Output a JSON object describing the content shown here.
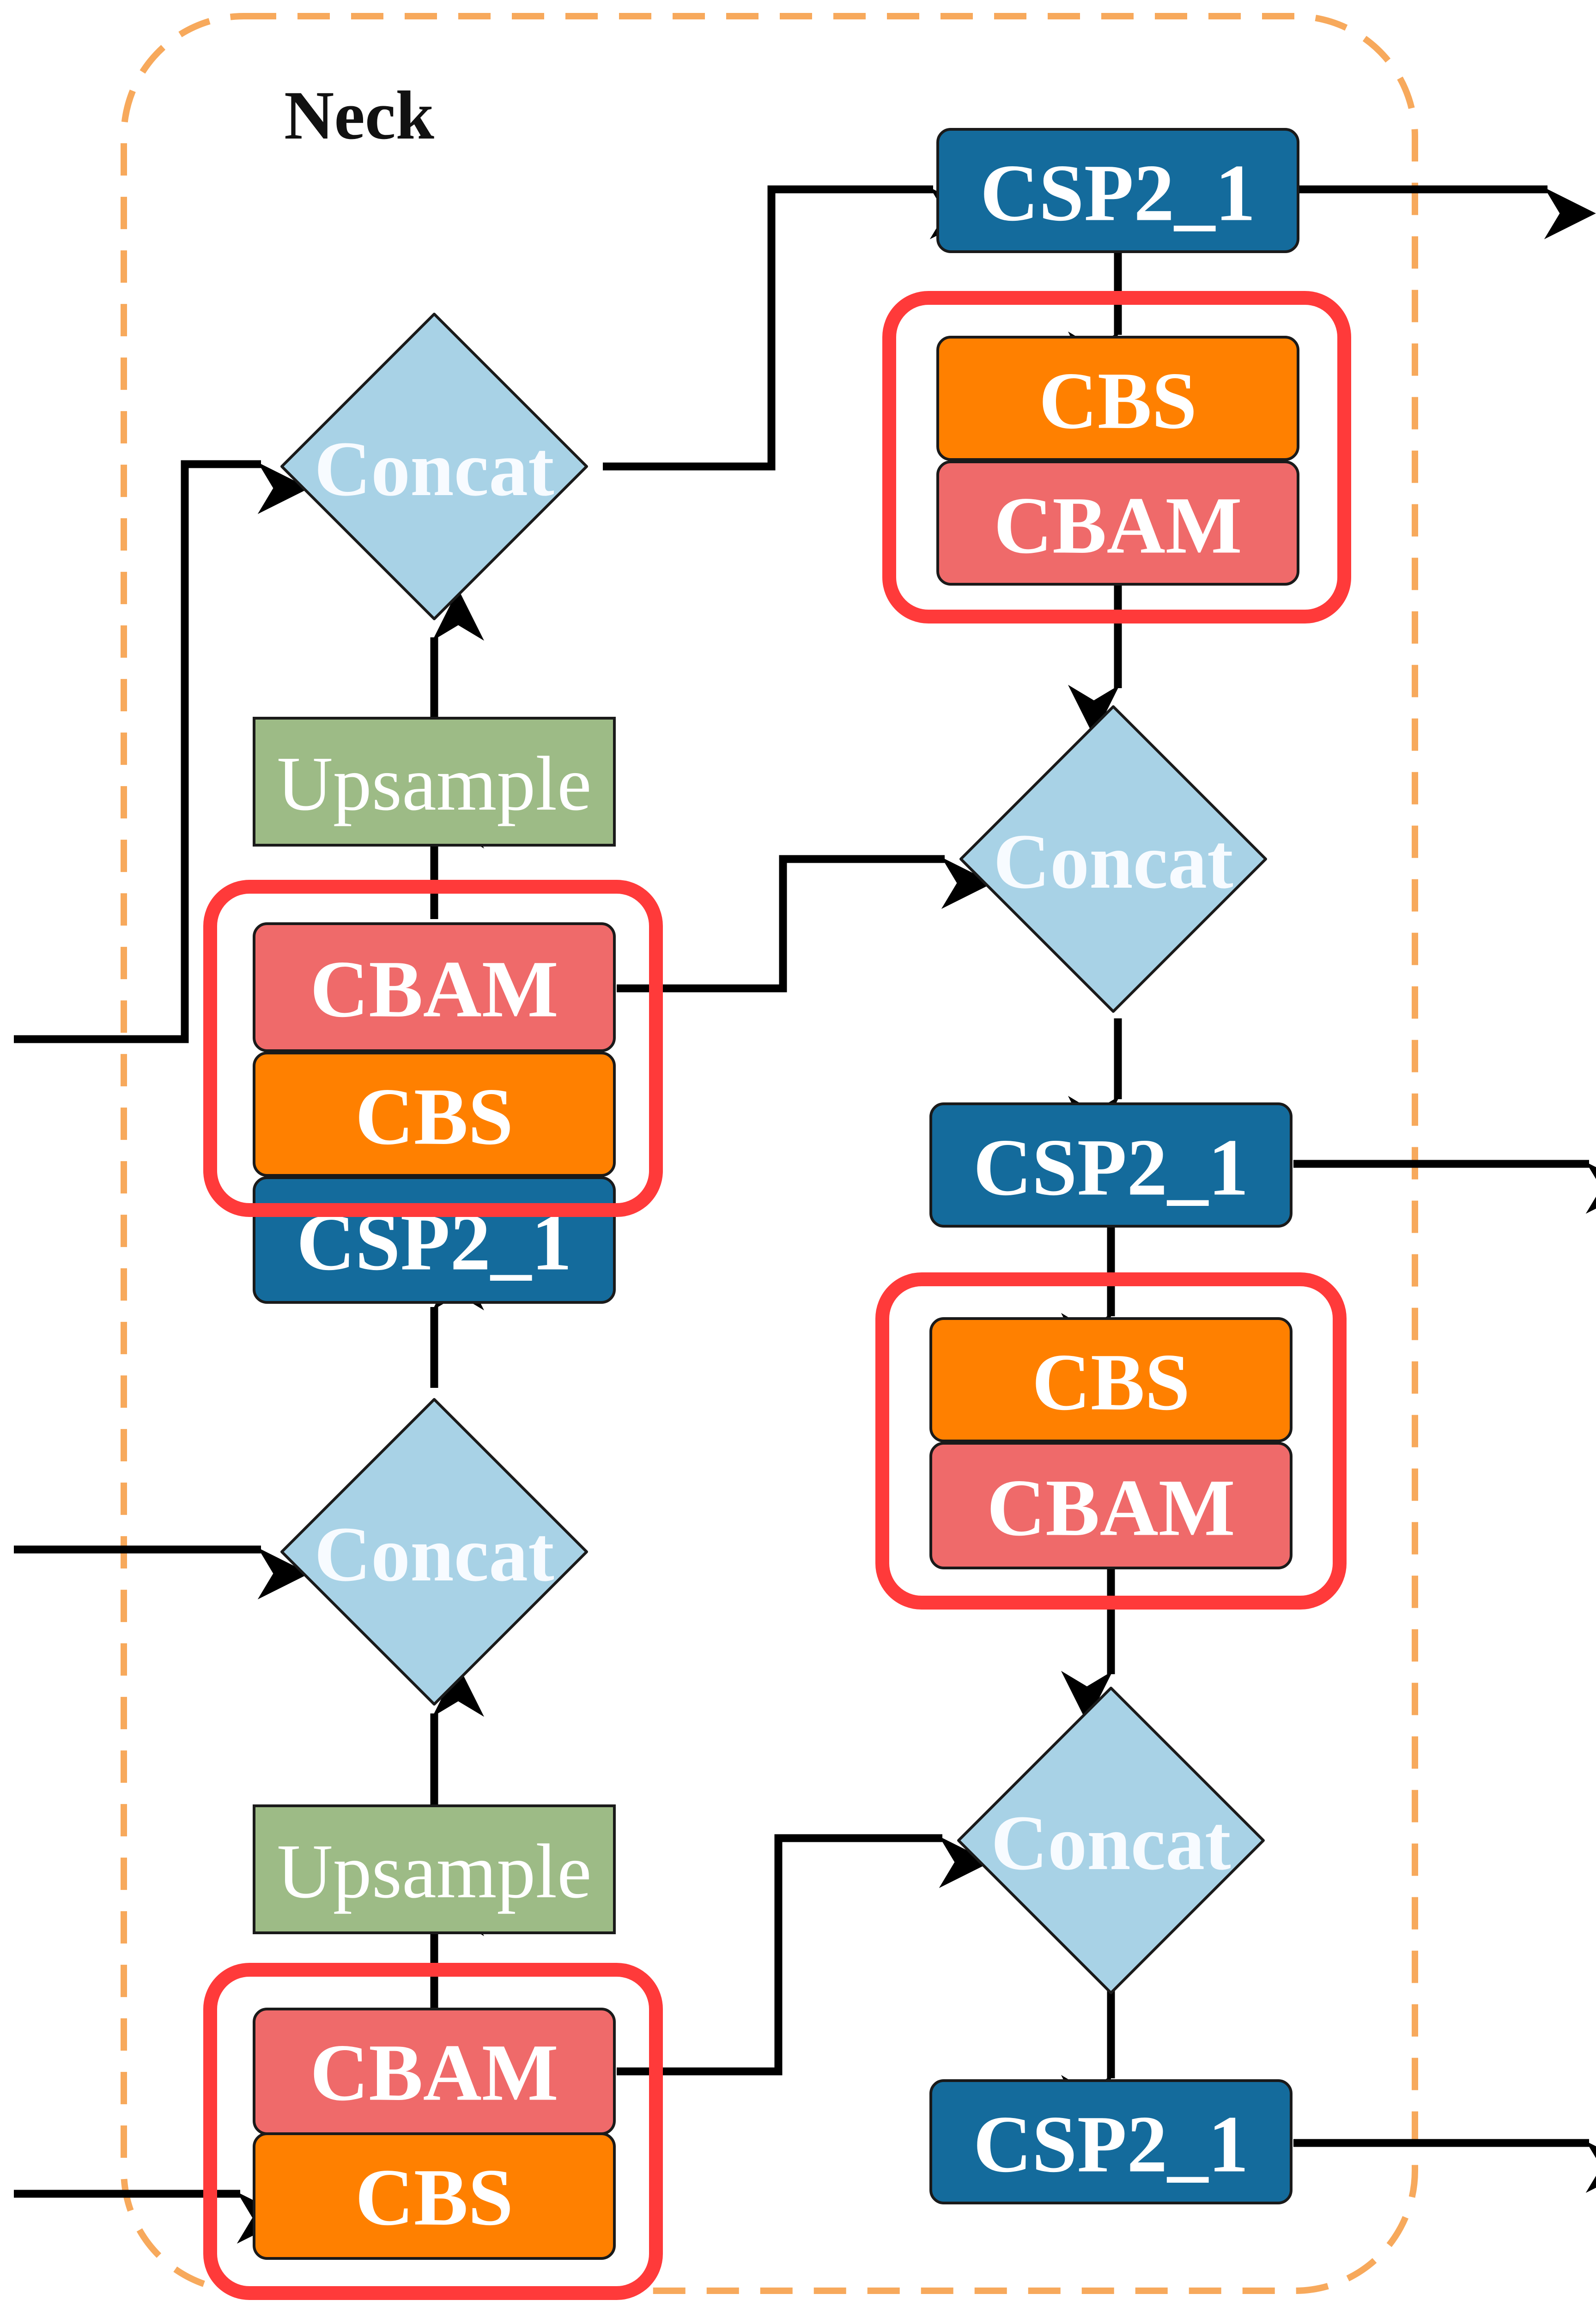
{
  "title": "Neck",
  "labels": {
    "csp": "CSP2_1",
    "cbs": "CBS",
    "cbam": "CBAM",
    "concat": "Concat",
    "upsample": "Upsample"
  },
  "colors": {
    "csp": "#146b9c",
    "cbs": "#ff8000",
    "cbam": "#ef6a6a",
    "concat": "#a8d2e6",
    "upsample": "#9dbb86",
    "highlight": "#ff3a3a",
    "neck_border": "#f7a95c"
  }
}
